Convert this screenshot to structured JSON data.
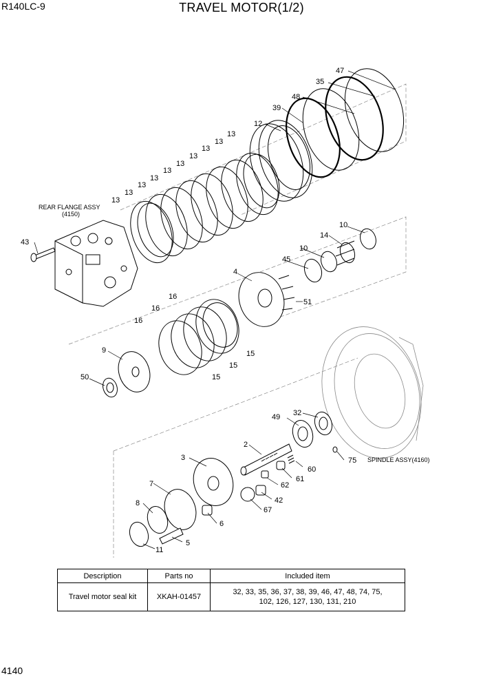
{
  "header": {
    "model": "R140LC-9",
    "title": "TRAVEL MOTOR(1/2)"
  },
  "footer": {
    "page_number": "4140"
  },
  "callouts": {
    "rear_flange_assy": "REAR FLANGE ASSY",
    "rear_flange_no": "(4150)",
    "spindle_assy": "SPINDLE ASSY(4160)",
    "p47": "47",
    "p35": "35",
    "p48": "48",
    "p39": "39",
    "p12": "12",
    "p13": "13",
    "p10": "10",
    "p14": "14",
    "p45": "45",
    "p4": "4",
    "p51": "51",
    "p43": "43",
    "p16": "16",
    "p15": "15",
    "p9": "9",
    "p50": "50",
    "p49": "49",
    "p32": "32",
    "p2": "2",
    "p3": "3",
    "p60": "60",
    "p61": "61",
    "p62": "62",
    "p75": "75",
    "p7": "7",
    "p8": "8",
    "p42": "42",
    "p67": "67",
    "p6": "6",
    "p5": "5",
    "p11": "11"
  },
  "kit_table": {
    "headers": [
      "Description",
      "Parts no",
      "Included item"
    ],
    "rows": [
      {
        "description": "Travel motor seal kit",
        "parts_no": "XKAH-01457",
        "included_line1": "32, 33, 35, 36, 37, 38, 39, 46, 47, 48, 74, 75,",
        "included_line2": "102, 126, 127, 130, 131, 210"
      }
    ]
  }
}
